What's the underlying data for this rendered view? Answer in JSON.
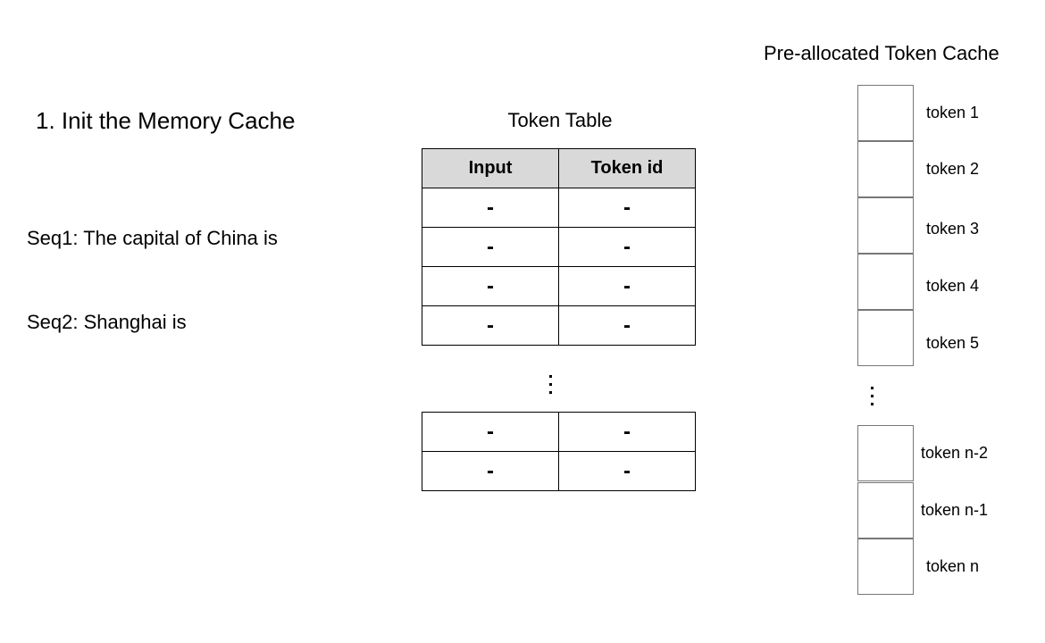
{
  "step_title": "1. Init the Memory Cache",
  "sequences": [
    "Seq1: The capital of China is",
    "Seq2: Shanghai is"
  ],
  "token_table": {
    "title": "Token Table",
    "headers": [
      "Input",
      "Token id"
    ],
    "top_rows": [
      [
        "-",
        "-"
      ],
      [
        "-",
        "-"
      ],
      [
        "-",
        "-"
      ],
      [
        "-",
        "-"
      ]
    ],
    "bottom_rows": [
      [
        "-",
        "-"
      ],
      [
        "-",
        "-"
      ]
    ]
  },
  "token_cache": {
    "title": "Pre-allocated Token Cache",
    "top_slots": [
      "token 1",
      "token 2",
      "token 3",
      "token 4",
      "token 5"
    ],
    "bottom_slots": [
      "token n-2",
      "token n-1",
      "token n"
    ]
  }
}
